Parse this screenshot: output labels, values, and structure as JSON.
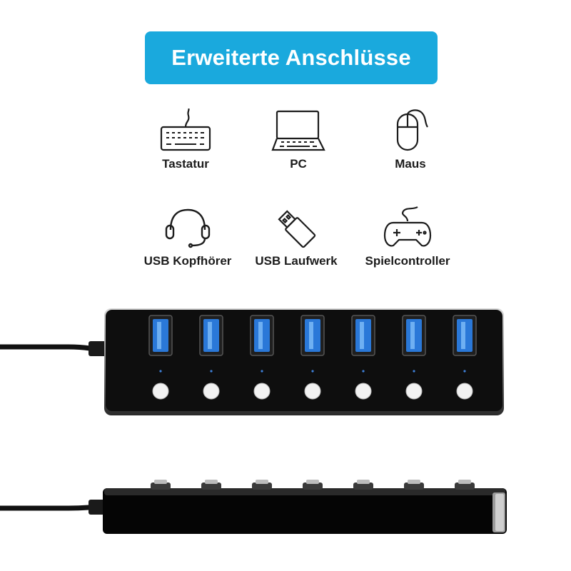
{
  "banner": {
    "title": "Erweiterte Anschlüsse",
    "color": "#1aa9dd"
  },
  "devices": [
    {
      "label": "Tastatur",
      "icon": "keyboard-icon"
    },
    {
      "label": "PC",
      "icon": "laptop-icon"
    },
    {
      "label": "Maus",
      "icon": "mouse-icon"
    },
    {
      "label": "USB Kopfhörer",
      "icon": "headset-icon"
    },
    {
      "label": "USB Laufwerk",
      "icon": "usb-drive-icon"
    },
    {
      "label": "Spielcontroller",
      "icon": "gamepad-icon"
    }
  ],
  "hub": {
    "port_count": 7,
    "port_color": "#2a78d8",
    "body_color": "#111111"
  }
}
